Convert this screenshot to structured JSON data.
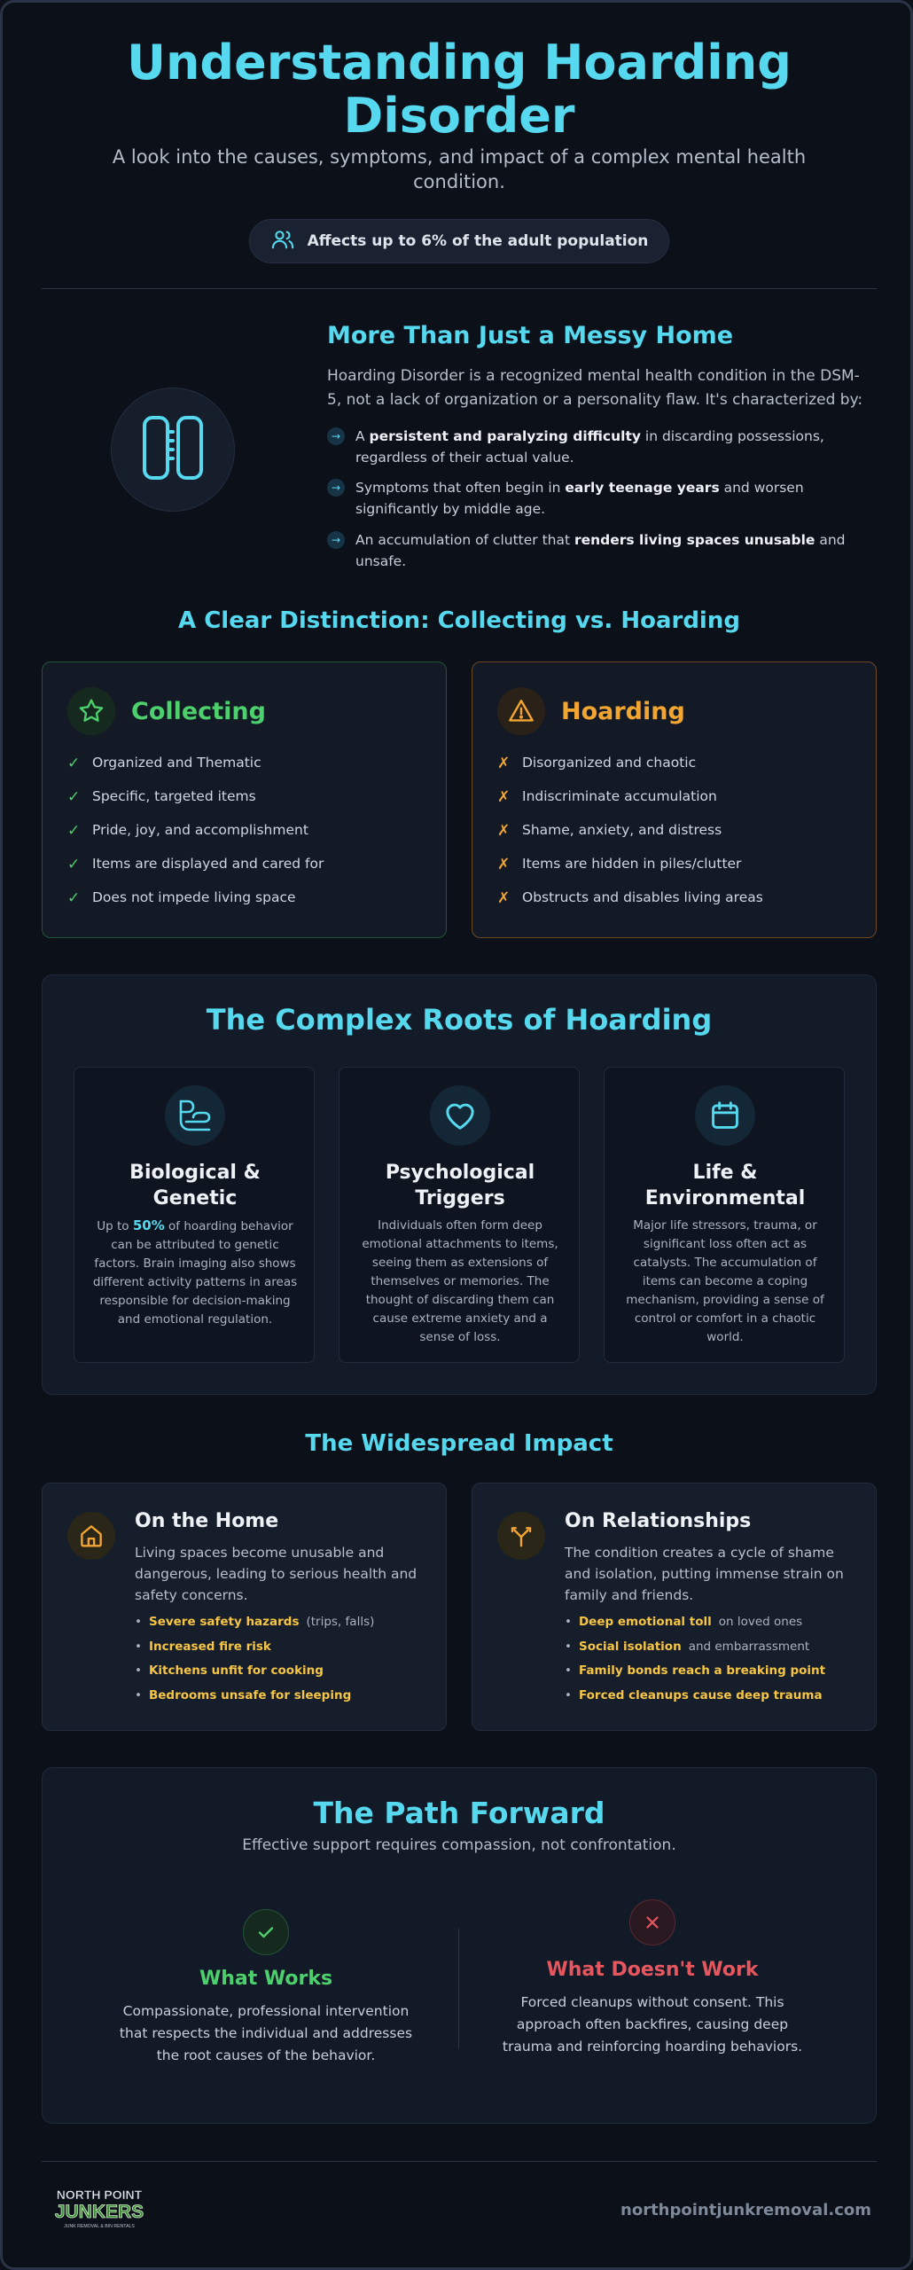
{
  "header": {
    "title": "Understanding Hoarding Disorder",
    "subtitle": "A look into the causes, symptoms, and impact of a complex mental health condition.",
    "badge": {
      "icon": "users-icon",
      "text": "Affects up to 6% of the adult population"
    }
  },
  "intro_section": {
    "icon": "brain-icon",
    "title": "More Than Just a Messy Home",
    "paragraph": "Hoarding Disorder is a recognized mental health condition in the DSM-5, not a lack of organization or a personality flaw. It's characterized by:",
    "bullets": [
      {
        "pre": "A ",
        "bold": "persistent and paralyzing difficulty",
        "post": " in discarding possessions, regardless of their actual value."
      },
      {
        "pre": "Symptoms that often begin in ",
        "bold": "early teenage years",
        "post": " and worsen significantly by middle age."
      },
      {
        "pre": "An accumulation of clutter that ",
        "bold": "renders living spaces unusable",
        "post": " and unsafe."
      }
    ]
  },
  "comparison": {
    "title": "A Clear Distinction: Collecting vs. Hoarding",
    "collecting": {
      "title": "Collecting",
      "icon": "star-icon",
      "mark": "✓",
      "items": [
        "Organized and Thematic",
        "Specific, targeted items",
        "Pride, joy, and accomplishment",
        "Items are displayed and cared for",
        "Does not impede living space"
      ]
    },
    "hoarding": {
      "title": "Hoarding",
      "icon": "warning-icon",
      "mark": "✗",
      "items": [
        "Disorganized and chaotic",
        "Indiscriminate accumulation",
        "Shame, anxiety, and distress",
        "Items are hidden in piles/clutter",
        "Obstructs and disables living areas"
      ]
    }
  },
  "roots": {
    "title": "The Complex Roots of Hoarding",
    "cards": [
      {
        "icon": "dna-icon",
        "title_line1": "Biological &",
        "title_line2": "Genetic",
        "text_pre": "Up to ",
        "text_highlight": "50%",
        "text_post": " of hoarding behavior can be attributed to genetic factors. Brain imaging also shows different activity patterns in areas responsible for decision-making and emotional regulation."
      },
      {
        "icon": "heart-icon",
        "title_line1": "Psychological",
        "title_line2": "Triggers",
        "text": "Individuals often form deep emotional attachments to items, seeing them as extensions of themselves or memories. The thought of discarding them can cause extreme anxiety and a sense of loss."
      },
      {
        "icon": "calendar-icon",
        "title_line1": "Life &",
        "title_line2": "Environmental",
        "text": "Major life stressors, trauma, or significant loss often act as catalysts. The accumulation of items can become a coping mechanism, providing a sense of control or comfort in a chaotic world."
      }
    ]
  },
  "impact": {
    "title": "The Widespread Impact",
    "home": {
      "icon": "home-icon",
      "title": "On the Home",
      "text": "Living spaces become unusable and dangerous, leading to serious health and safety concerns.",
      "items": [
        {
          "hl": "Severe safety hazards",
          "rest": "(trips, falls)"
        },
        {
          "hl": "Increased fire risk",
          "rest": ""
        },
        {
          "hl": "Kitchens unfit for cooking",
          "rest": ""
        },
        {
          "hl": "Bedrooms unsafe for sleeping",
          "rest": ""
        }
      ]
    },
    "relationships": {
      "icon": "split-arrows-icon",
      "title": "On Relationships",
      "text": "The condition creates a cycle of shame and isolation, putting immense strain on family and friends.",
      "items": [
        {
          "hl": "Deep emotional toll",
          "rest": "on loved ones"
        },
        {
          "hl": "Social isolation",
          "rest": "and embarrassment"
        },
        {
          "hl": "Family bonds reach a breaking point",
          "rest": ""
        },
        {
          "hl": "Forced cleanups cause deep trauma",
          "rest": ""
        }
      ]
    }
  },
  "path_forward": {
    "title": "The Path Forward",
    "subtitle": "Effective support requires compassion, not confrontation.",
    "works": {
      "icon": "check-icon",
      "title": "What Works",
      "text": "Compassionate, professional intervention that respects the individual and addresses the root causes of the behavior."
    },
    "doesnt": {
      "icon": "x-icon",
      "title": "What Doesn't Work",
      "text": "Forced cleanups without consent. This approach often backfires, causing deep trauma and reinforcing hoarding behaviors."
    }
  },
  "footer": {
    "logo_line1": "NORTH POINT",
    "logo_line2": "JUNKERS",
    "logo_tagline": "JUNK REMOVAL & BIN RENTALS",
    "url": "northpointjunkremoval.com"
  },
  "colors": {
    "accent": "#56d8ef",
    "green": "#4ccf6c",
    "orange": "#f2a531",
    "yellow": "#f6c544",
    "red": "#e5565e",
    "background": "#0b1019"
  }
}
